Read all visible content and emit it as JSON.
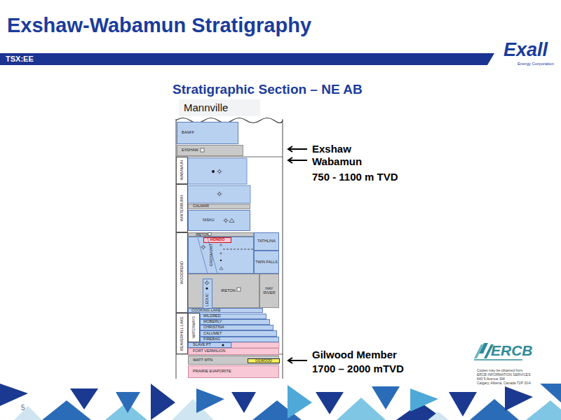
{
  "diagram": {
    "title": "Exshaw-Wabamun Stratigraphy",
    "nodes": [
      {
        "text": [
          "BANFF"
        ]
      },
      {
        "text": [
          "EXSHAW"
        ]
      },
      {
        "text": [
          "WABAMUN"
        ]
      },
      {
        "text": [
          "WINTERBURN"
        ]
      },
      {
        "text": [
          "CALMAR"
        ]
      },
      {
        "text": [
          "NISKU"
        ]
      },
      {
        "text": [
          "WOODBEND"
        ]
      },
      {
        "text": [
          "IRETON"
        ]
      },
      {
        "text": [
          "TATHLINA"
        ]
      },
      {
        "text": [
          "HONDO"
        ]
      },
      {
        "text": [
          "GROSMONT"
        ]
      },
      {
        "text": [
          "TWIN FALLS"
        ]
      },
      {
        "text": [
          "IRETON"
        ]
      },
      {
        "text": [
          "LEDUC"
        ],
        "in": 12
      },
      {
        "text": [
          "HAY RIVER"
        ]
      },
      {
        "text": [
          "BEAVERHILL LAKE"
        ]
      },
      {
        "text": [
          "COOKING LAKE"
        ]
      },
      {
        "text": [
          "WATERWAYS"
        ]
      },
      {
        "text": [
          "MILDRED"
        ]
      },
      {
        "text": [
          "MOBERLY"
        ]
      },
      {
        "text": [
          "CHRISTINA"
        ]
      },
      {
        "text": [
          "CALUMET"
        ]
      },
      {
        "text": [
          "FIREBAG"
        ]
      },
      {
        "text": [
          "SLAVE PT"
        ]
      },
      {
        "text": [
          "FORT VERMILION"
        ]
      },
      {
        "text": [
          "WATT MTN"
        ]
      },
      {
        "text": [
          "GILWOOD"
        ],
        "in": 25
      },
      {
        "text": [
          "PRAIRIE EVAPORITE"
        ]
      }
    ],
    "labels": [
      "TSX:EE",
      "Exall",
      "Energy Corporation",
      "Stratigraphic Section – NE AB",
      "Mannville",
      "Exshaw",
      "Wabamun",
      "750 - 1100 m TVD",
      "Gilwood Member",
      "1700 – 2000 mTVD",
      "ERCB",
      "Copies may be obtained from",
      "ERCB INFORMATION SERVICES",
      "640 5 Avenue SW",
      "Calgary, Alberta, Canada T2P 3G4",
      "5"
    ]
  }
}
